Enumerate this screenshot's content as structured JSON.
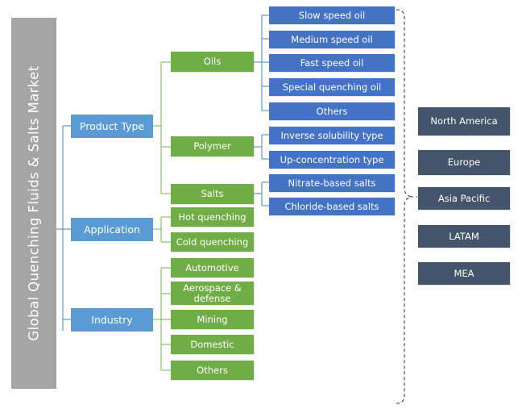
{
  "diagram": {
    "title": "Global Quenching Fluids & Salts Market",
    "colors": {
      "title_bar": "#A5A5A5",
      "level1": "#5B9BD5",
      "level2": "#70AD47",
      "level3": "#4472C4",
      "region": "#44546A",
      "connector_blue": "#5B9BD5",
      "connector_green": "#8CC265",
      "brace": "#3B3B4F",
      "background": "#FFFFFF"
    },
    "segments": [
      {
        "id": "product-type",
        "label": "Product Type",
        "children": [
          {
            "id": "oils",
            "label": "Oils",
            "children": [
              {
                "id": "slow-speed-oil",
                "label": "Slow speed oil"
              },
              {
                "id": "medium-speed-oil",
                "label": "Medium speed oil"
              },
              {
                "id": "fast-speed-oil",
                "label": "Fast speed oil"
              },
              {
                "id": "special-quenching-oil",
                "label": "Special quenching oil"
              },
              {
                "id": "oils-others",
                "label": "Others"
              }
            ]
          },
          {
            "id": "polymer",
            "label": "Polymer",
            "children": [
              {
                "id": "inverse-solubility-type",
                "label": "Inverse solubility type"
              },
              {
                "id": "up-concentration-type",
                "label": "Up-concentration type"
              }
            ]
          },
          {
            "id": "salts",
            "label": "Salts",
            "children": [
              {
                "id": "nitrate-based-salts",
                "label": "Nitrate-based salts"
              },
              {
                "id": "chloride-based-salts",
                "label": "Chloride-based salts"
              }
            ]
          }
        ]
      },
      {
        "id": "application",
        "label": "Application",
        "children": [
          {
            "id": "hot-quenching",
            "label": "Hot quenching",
            "children": []
          },
          {
            "id": "cold-quenching",
            "label": "Cold quenching",
            "children": []
          }
        ]
      },
      {
        "id": "industry",
        "label": "Industry",
        "children": [
          {
            "id": "automotive",
            "label": "Automotive",
            "children": []
          },
          {
            "id": "aerospace-defense",
            "label": "Aerospace & defense",
            "children": []
          },
          {
            "id": "mining",
            "label": "Mining",
            "children": []
          },
          {
            "id": "domestic",
            "label": "Domestic",
            "children": []
          },
          {
            "id": "industry-others",
            "label": "Others",
            "children": []
          }
        ]
      }
    ],
    "regions": [
      {
        "id": "north-america",
        "label": "North America"
      },
      {
        "id": "europe",
        "label": "Europe"
      },
      {
        "id": "asia-pacific",
        "label": "Asia Pacific"
      },
      {
        "id": "latam",
        "label": "LATAM"
      },
      {
        "id": "mea",
        "label": "MEA"
      }
    ]
  }
}
